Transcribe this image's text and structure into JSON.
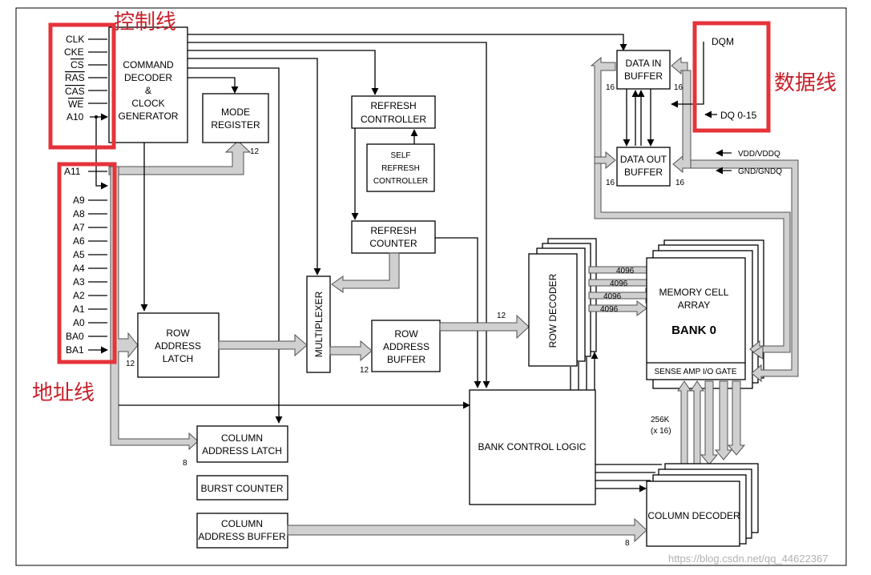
{
  "annotations": {
    "control_lines": "控制线",
    "address_lines": "地址线",
    "data_lines": "数据线"
  },
  "control_pins": [
    "CLK",
    "CKE",
    "CS",
    "RAS",
    "CAS",
    "WE",
    "A10"
  ],
  "address_pins": [
    "A11",
    "A9",
    "A8",
    "A7",
    "A6",
    "A5",
    "A4",
    "A3",
    "A2",
    "A1",
    "A0",
    "BA0",
    "BA1"
  ],
  "blocks": {
    "command_decoder": [
      "COMMAND",
      "DECODER",
      "&",
      "CLOCK",
      "GENERATOR"
    ],
    "mode_register": [
      "MODE",
      "REGISTER"
    ],
    "refresh_controller": [
      "REFRESH",
      "CONTROLLER"
    ],
    "self_refresh_controller": [
      "SELF",
      "REFRESH",
      "CONTROLLER"
    ],
    "refresh_counter": [
      "REFRESH",
      "COUNTER"
    ],
    "multiplexer": "MULTIPLEXER",
    "row_address_latch": [
      "ROW",
      "ADDRESS",
      "LATCH"
    ],
    "row_address_buffer": [
      "ROW",
      "ADDRESS",
      "BUFFER"
    ],
    "row_decoder": "ROW DECODER",
    "memory_cell_array": [
      "MEMORY CELL",
      "ARRAY"
    ],
    "bank": "BANK 0",
    "sense_amp": "SENSE AMP I/O GATE",
    "bank_control_logic": "BANK CONTROL LOGIC",
    "column_address_latch": [
      "COLUMN",
      "ADDRESS LATCH"
    ],
    "burst_counter": "BURST COUNTER",
    "column_address_buffer": [
      "COLUMN",
      "ADDRESS BUFFER"
    ],
    "column_decoder": "COLUMN DECODER",
    "data_in_buffer": [
      "DATA IN",
      "BUFFER"
    ],
    "data_out_buffer": [
      "DATA OUT",
      "BUFFER"
    ]
  },
  "data_pins": {
    "dqm": "DQM",
    "dq": "DQ 0-15"
  },
  "power_pins": [
    "VDD/VDDQ",
    "GND/GNDQ"
  ],
  "bus_widths": {
    "mode_register": "12",
    "row_latch": "12",
    "row_buffer": "12",
    "row_decoder_in": "12",
    "column_latch": "8",
    "column_decoder_in": "8",
    "data_in_left": "16",
    "data_in_right": "16",
    "data_out_left": "16",
    "data_out_right": "16",
    "row_lines": [
      "4096",
      "4096",
      "4096",
      "4096"
    ],
    "sense_width": [
      "256K",
      "(x 16)"
    ]
  },
  "watermark": "https://blog.csdn.net/qq_44622367"
}
